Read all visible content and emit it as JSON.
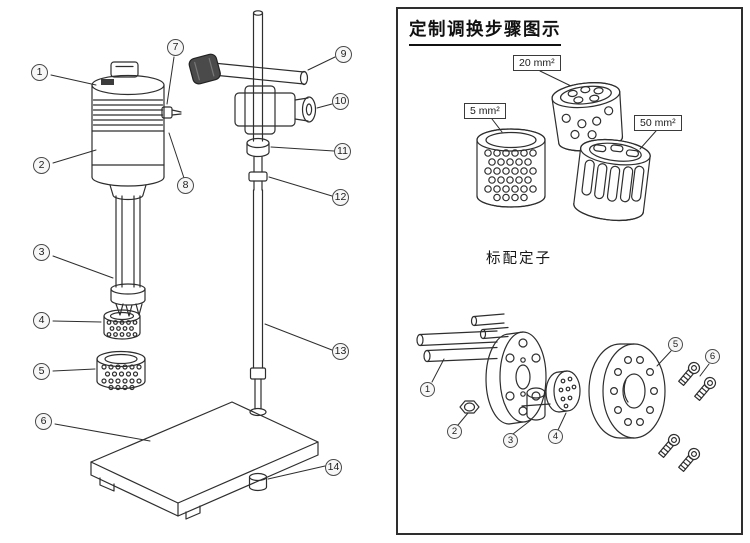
{
  "left_diagram": {
    "callouts": [
      "1",
      "2",
      "3",
      "4",
      "5",
      "6",
      "7",
      "8",
      "9",
      "10",
      "11",
      "12",
      "13",
      "14"
    ]
  },
  "right_panel": {
    "title": "定制调换步骤图示",
    "stator_labels": {
      "s20": "20 mm²",
      "s5": "5 mm²",
      "s50": "50 mm²"
    },
    "caption": "标配定子",
    "callouts": [
      "1",
      "2",
      "3",
      "4",
      "5",
      "6"
    ]
  }
}
